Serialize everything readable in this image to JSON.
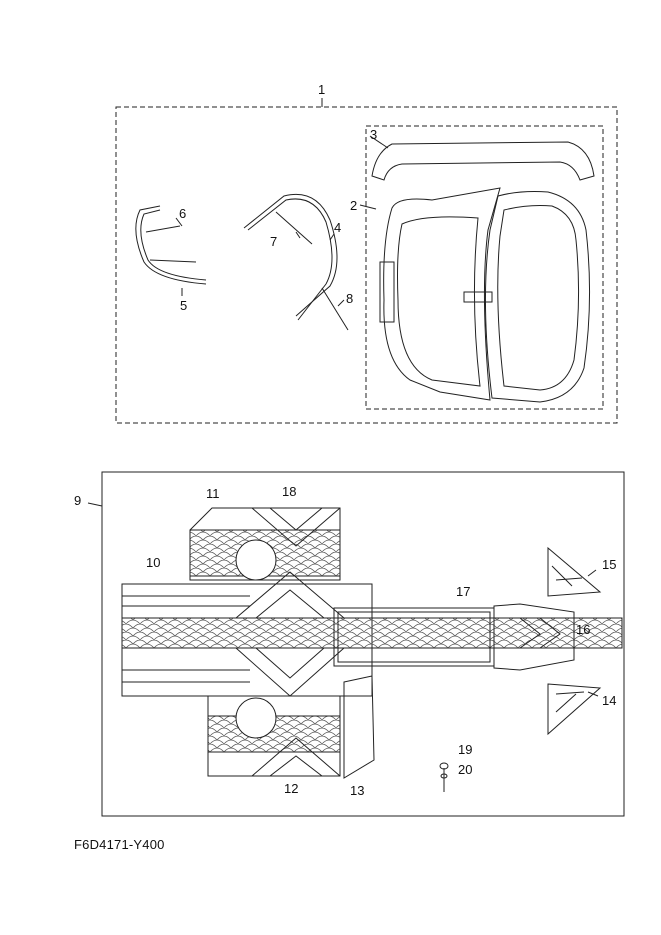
{
  "callouts": {
    "c1": "1",
    "c2": "2",
    "c3": "3",
    "c4": "4",
    "c5": "5",
    "c6": "6",
    "c7": "7",
    "c8": "8",
    "c9": "9",
    "c10": "10",
    "c11": "11",
    "c12": "12",
    "c13": "13",
    "c14": "14",
    "c15": "15",
    "c16": "16",
    "c17": "17",
    "c18": "18",
    "c19": "19",
    "c20": "20"
  },
  "diagram_code": "F6D4171-Y400",
  "colors": {
    "line": "#222222",
    "paper": "#ffffff",
    "scale": "#666666"
  }
}
